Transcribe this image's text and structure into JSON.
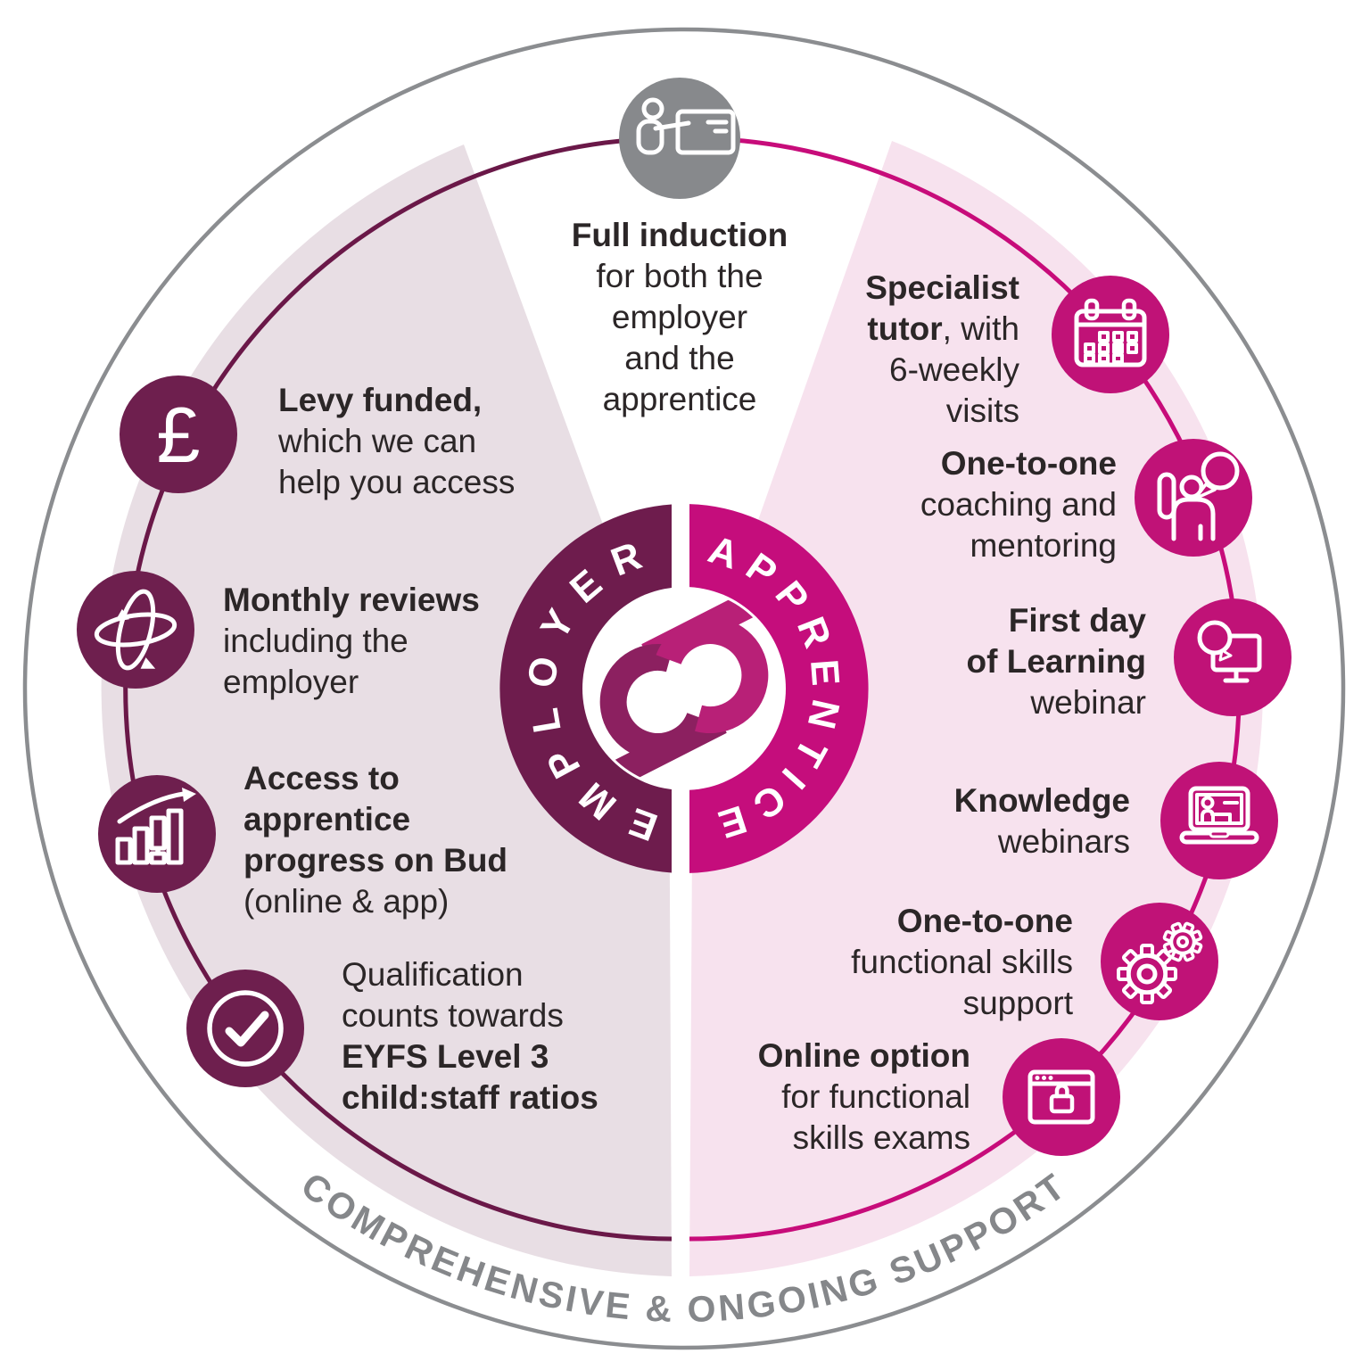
{
  "colors": {
    "plum": "#6e1f4e",
    "plum_arc": "#6a1848",
    "donut_plum": "#6e1c4d",
    "magenta": "#c01277",
    "magenta_arc": "#c70c7a",
    "donut_magenta": "#c50d7c",
    "mauve_bg": "#e8dee4",
    "pink_bg": "#f7e2ee",
    "gray_circle": "#87898c",
    "gray_ring": "#8b8d90",
    "gray_text": "#85878a",
    "text": "#2b2627",
    "white": "#ffffff",
    "logo_plum": "#8c2060",
    "logo_magenta": "#b82077"
  },
  "center": {
    "employer_label": "EMPLOYER",
    "apprentice_label": "APPRENTICE"
  },
  "bottom_arc_label": "COMPREHENSIVE & ONGOING SUPPORT",
  "icons": {
    "top": "presenter-board-icon",
    "pound_symbol": "£",
    "levy": "pound-sterling-icon",
    "monthly": "orbit-360-icon",
    "access": "bar-chart-growth-icon",
    "qual": "checkmark-circle-icon",
    "specialist": "calendar-icon",
    "coach": "person-speech-bubble-icon",
    "first": "monitor-speech-bubble-icon",
    "knowledge": "laptop-presenter-icon",
    "onefs": "gears-icon",
    "online": "browser-lock-icon"
  },
  "blocks": {
    "induction": {
      "lines": [
        [
          {
            "t": "Full induction",
            "b": true
          }
        ],
        [
          {
            "t": "for both the"
          }
        ],
        [
          {
            "t": "employer"
          }
        ],
        [
          {
            "t": "and the"
          }
        ],
        [
          {
            "t": "apprentice"
          }
        ]
      ]
    },
    "levy": {
      "lines": [
        [
          {
            "t": "Levy funded,",
            "b": true
          }
        ],
        [
          {
            "t": "which we can"
          }
        ],
        [
          {
            "t": "help you access"
          }
        ]
      ]
    },
    "monthly": {
      "lines": [
        [
          {
            "t": "Monthly reviews",
            "b": true
          }
        ],
        [
          {
            "t": "including the"
          }
        ],
        [
          {
            "t": "employer"
          }
        ]
      ]
    },
    "access": {
      "lines": [
        [
          {
            "t": "Access to",
            "b": true
          }
        ],
        [
          {
            "t": "apprentice",
            "b": true
          }
        ],
        [
          {
            "t": "progress on Bud",
            "b": true
          }
        ],
        [
          {
            "t": "(online & app)"
          }
        ]
      ]
    },
    "qual": {
      "lines": [
        [
          {
            "t": "Qualification"
          }
        ],
        [
          {
            "t": "counts towards"
          }
        ],
        [
          {
            "t": "EYFS Level 3",
            "b": true
          }
        ],
        [
          {
            "t": "child:staff ratios",
            "b": true
          }
        ]
      ]
    },
    "specialist": {
      "lines": [
        [
          {
            "t": "Specialist",
            "b": true
          }
        ],
        [
          {
            "t": "tutor",
            "b": true
          },
          {
            "t": ", with"
          }
        ],
        [
          {
            "t": "6-weekly"
          }
        ],
        [
          {
            "t": "visits"
          }
        ]
      ]
    },
    "coach": {
      "lines": [
        [
          {
            "t": "One-to-one",
            "b": true
          }
        ],
        [
          {
            "t": "coaching and"
          }
        ],
        [
          {
            "t": "mentoring"
          }
        ]
      ]
    },
    "first": {
      "lines": [
        [
          {
            "t": "First day",
            "b": true
          }
        ],
        [
          {
            "t": "of Learning",
            "b": true
          }
        ],
        [
          {
            "t": "webinar"
          }
        ]
      ]
    },
    "knowledge": {
      "lines": [
        [
          {
            "t": "Knowledge",
            "b": true
          }
        ],
        [
          {
            "t": "webinars"
          }
        ]
      ]
    },
    "onefs": {
      "lines": [
        [
          {
            "t": "One-to-one",
            "b": true
          }
        ],
        [
          {
            "t": "functional skills"
          }
        ],
        [
          {
            "t": "support"
          }
        ]
      ]
    },
    "online": {
      "lines": [
        [
          {
            "t": "Online option",
            "b": true
          }
        ],
        [
          {
            "t": "for functional"
          }
        ],
        [
          {
            "t": "skills exams"
          }
        ]
      ]
    }
  }
}
